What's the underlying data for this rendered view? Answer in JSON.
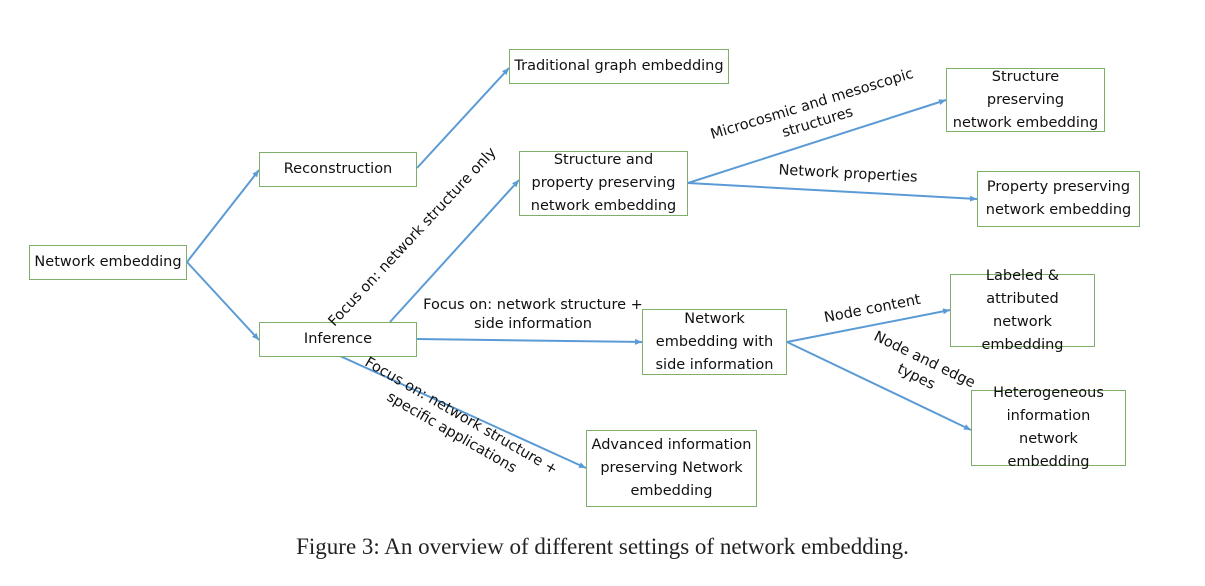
{
  "nodes": {
    "network_embedding": "Network embedding",
    "reconstruction": "Reconstruction",
    "inference": "Inference",
    "traditional": "Traditional graph embedding",
    "structure_property": "Structure and\nproperty preserving\nnetwork embedding",
    "structure_preserving": "Structure preserving\nnetwork embedding",
    "property_preserving": "Property preserving\nnetwork embedding",
    "side_info": "Network\nembedding with\nside information",
    "labeled": "Labeled &\nattributed network\nembedding",
    "heterogeneous": "Heterogeneous\ninformation network\nembedding",
    "advanced": "Advanced information\npreserving Network\nembedding"
  },
  "edge_labels": {
    "focus_structure_only": "Focus on: network structure only",
    "focus_side_info": "Focus on: network structure +\nside information",
    "focus_specific_apps": "Focus on: network structure +\nspecific applications",
    "micro_meso": "Microcosmic and mesoscopic\nstructures",
    "network_properties": "Network properties",
    "node_content": "Node content",
    "node_edge_types": "Node and edge\ntypes"
  },
  "caption": "Figure 3: An overview of different settings of network embedding.",
  "colors": {
    "node_border": "#7fb069",
    "edge": "#5b9bd5"
  }
}
